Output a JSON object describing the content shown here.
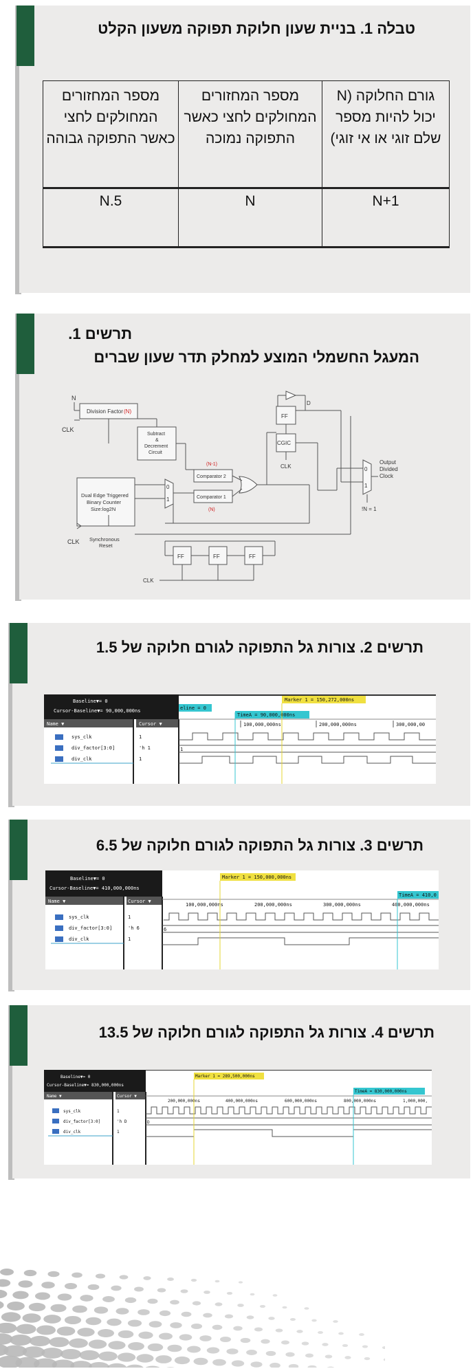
{
  "table_section": {
    "title": "טבלה 1. בניית שעון חלוקת תפוקה משעון הקלט",
    "columns": [
      "גורם החלוקה (N יכול להיות מספר שלם זוגי או אי זוגי)",
      "מספר המחזורים המחולקים לחצי כאשר התפוקה נמוכה",
      "מספר המחזורים המחולקים לחצי כאשר התפוקה גבוהה"
    ],
    "row": [
      "N+1",
      "N",
      "N.5"
    ]
  },
  "figure1": {
    "title_line1": "תרשים 1.",
    "title_line2": "המעגל החשמלי המוצע למחלק תדר שעון שברים",
    "labels": {
      "n_in": "N",
      "clk": "CLK",
      "division_factor": "Division Factor",
      "n_red": "(N)",
      "subtract1": "Subtract",
      "subtract2": "&",
      "subtract3": "Decrement",
      "subtract4": "Circuit",
      "counter1": "Dual Edge Triggered",
      "counter2": "Binary Counter",
      "counter3": "Size:log2N",
      "sync1": "Synchronous",
      "sync2": "Reset",
      "comp2": "Comparator 2",
      "comp1": "Comparator 1",
      "n_minus_1": "(N-1)",
      "n_red2": "(N)",
      "mux_0": "0",
      "mux_1": "1",
      "ff": "FF",
      "d": "D",
      "cgic": "CGIC",
      "out1": "Output",
      "out2": "Divided",
      "out3": "Clock",
      "not_n1": "!N = 1"
    }
  },
  "figure2": {
    "title": "תרשים 2. צורות גל התפוקה לגורם חלוקה של 1.5",
    "baseline": "Baseline▼= 0",
    "cursor_baseline": "Cursor-Baseline▼= 90,000,000ns",
    "marker": "Marker 1 = 150,272,000ns",
    "time_a": "TimeA = 90,000,000ns",
    "line0": "eline = 0",
    "ticks": [
      "100,000,000ns",
      "200,000,000ns",
      "300,000,00"
    ],
    "col_name": "Name ▼",
    "col_cursor": "Cursor ▼",
    "signals": [
      "sys_clk",
      "div_factor[3:0]",
      "div_clk"
    ],
    "cursor_vals": [
      "1",
      "'h 1",
      "1"
    ],
    "bus_value": "1"
  },
  "figure3": {
    "title": "תרשים 3. צורות גל התפוקה לגורם חלוקה של 6.5",
    "baseline": "Baseline▼= 0",
    "cursor_baseline": "Cursor-Baseline▼= 410,000,000ns",
    "marker": "Marker 1 = 150,000,000ns",
    "time_a": "TimeA = 410,0",
    "ticks": [
      "100,000,000ns",
      "200,000,000ns",
      "300,000,000ns",
      "400,000,000ns"
    ],
    "col_name": "Name ▼",
    "col_cursor": "Cursor ▼",
    "signals": [
      "sys_clk",
      "div_factor[3:0]",
      "div_clk"
    ],
    "cursor_vals": [
      "1",
      "'h 6",
      "1"
    ],
    "bus_value": "6"
  },
  "figure4": {
    "title": "תרשים 4. צורות גל התפוקה לגורם חלוקה של 13.5",
    "baseline": "Baseline▼= 0",
    "cursor_baseline": "Cursor-Baseline▼= 830,000,000ns",
    "marker": "Marker 1 = 289,500,000ns",
    "time_a": "TimeA = 830,000,000ns",
    "ticks": [
      "200,000,000ns",
      "400,000,000ns",
      "600,000,000ns",
      "800,000,000ns",
      "1,000,000,"
    ],
    "col_name": "Name ▼",
    "col_cursor": "Cursor ▼",
    "signals": [
      "sys_clk",
      "div_factor[3:0]",
      "div_clk"
    ],
    "cursor_vals": [
      "1",
      "'h D",
      "1"
    ],
    "bus_value": "D"
  },
  "colors": {
    "accent": "#1f5e3c",
    "card": "#ecebea",
    "marker": "#f0e040",
    "time_a": "#35c6d0"
  }
}
